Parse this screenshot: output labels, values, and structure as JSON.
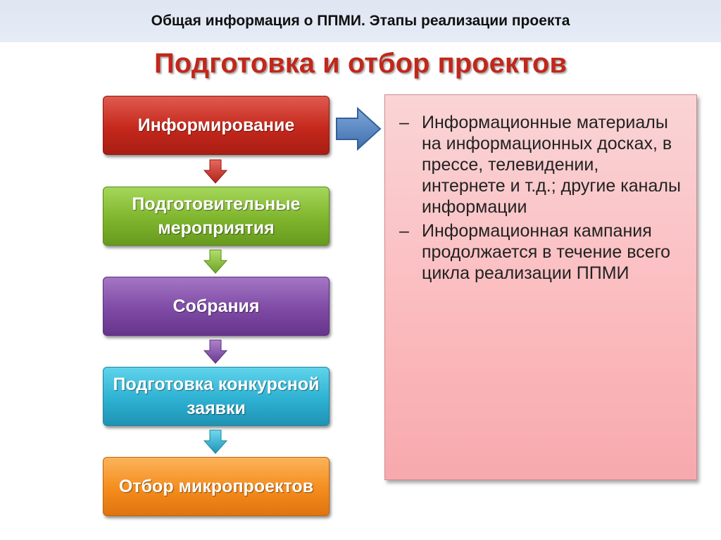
{
  "header": {
    "text": "Общая информация о ППМИ. Этапы реализации проекта"
  },
  "title": "Подготовка и отбор проектов",
  "steps": [
    {
      "label": "Информирование",
      "color": "#c5281c"
    },
    {
      "label": "Подготовительные мероприятия",
      "color": "#7fb52d"
    },
    {
      "label": "Собрания",
      "color": "#7e4aa5"
    },
    {
      "label": "Подготовка конкурсной заявки",
      "color": "#2eb1d2"
    },
    {
      "label": "Отбор микропроектов",
      "color": "#f58c1c"
    }
  ],
  "info_panel": {
    "items": [
      "Информационные материалы  на информационных досках, в прессе, телевидении, интернете и т.д.; другие каналы информации",
      "Информационная кампания продолжается в течение всего цикла реализации ППМИ"
    ],
    "bullet": "–"
  },
  "colors": {
    "title": "#c0281b",
    "header_band": "#e0e7f3",
    "panel": "#fbbcbf",
    "side_arrow": "#4f81bd"
  }
}
